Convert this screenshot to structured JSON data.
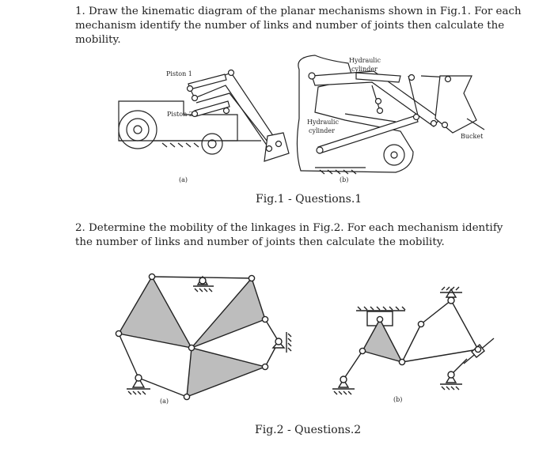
{
  "question1": {
    "number": "1.",
    "text": "Draw the kinematic diagram of the planar mechanisms shown in Fig.1. For each mechanism identify the number of links and number of joints then calculate the mobility."
  },
  "question2": {
    "number": "2.",
    "text": "Determine the mobility of the linkages in Fig.2. For each mechanism identify the number of links and number of joints then calculate the mobility."
  },
  "fig1": {
    "caption": "Fig.1 - Questions.1",
    "labels": {
      "piston1": "Piston 1",
      "piston2": "Piston 2",
      "hyd_cyl_top_1": "Hydraulic",
      "hyd_cyl_top_2": "cylinder",
      "hyd_cyl_mid_1": "Hydraulic",
      "hyd_cyl_mid_2": "cylinder",
      "bucket": "Bucket",
      "sub_a": "(a)",
      "sub_b": "(b)"
    }
  },
  "fig2": {
    "caption": "Fig.2 - Questions.2",
    "labels": {
      "sub_a": "(a)",
      "sub_b": "(b)"
    }
  }
}
